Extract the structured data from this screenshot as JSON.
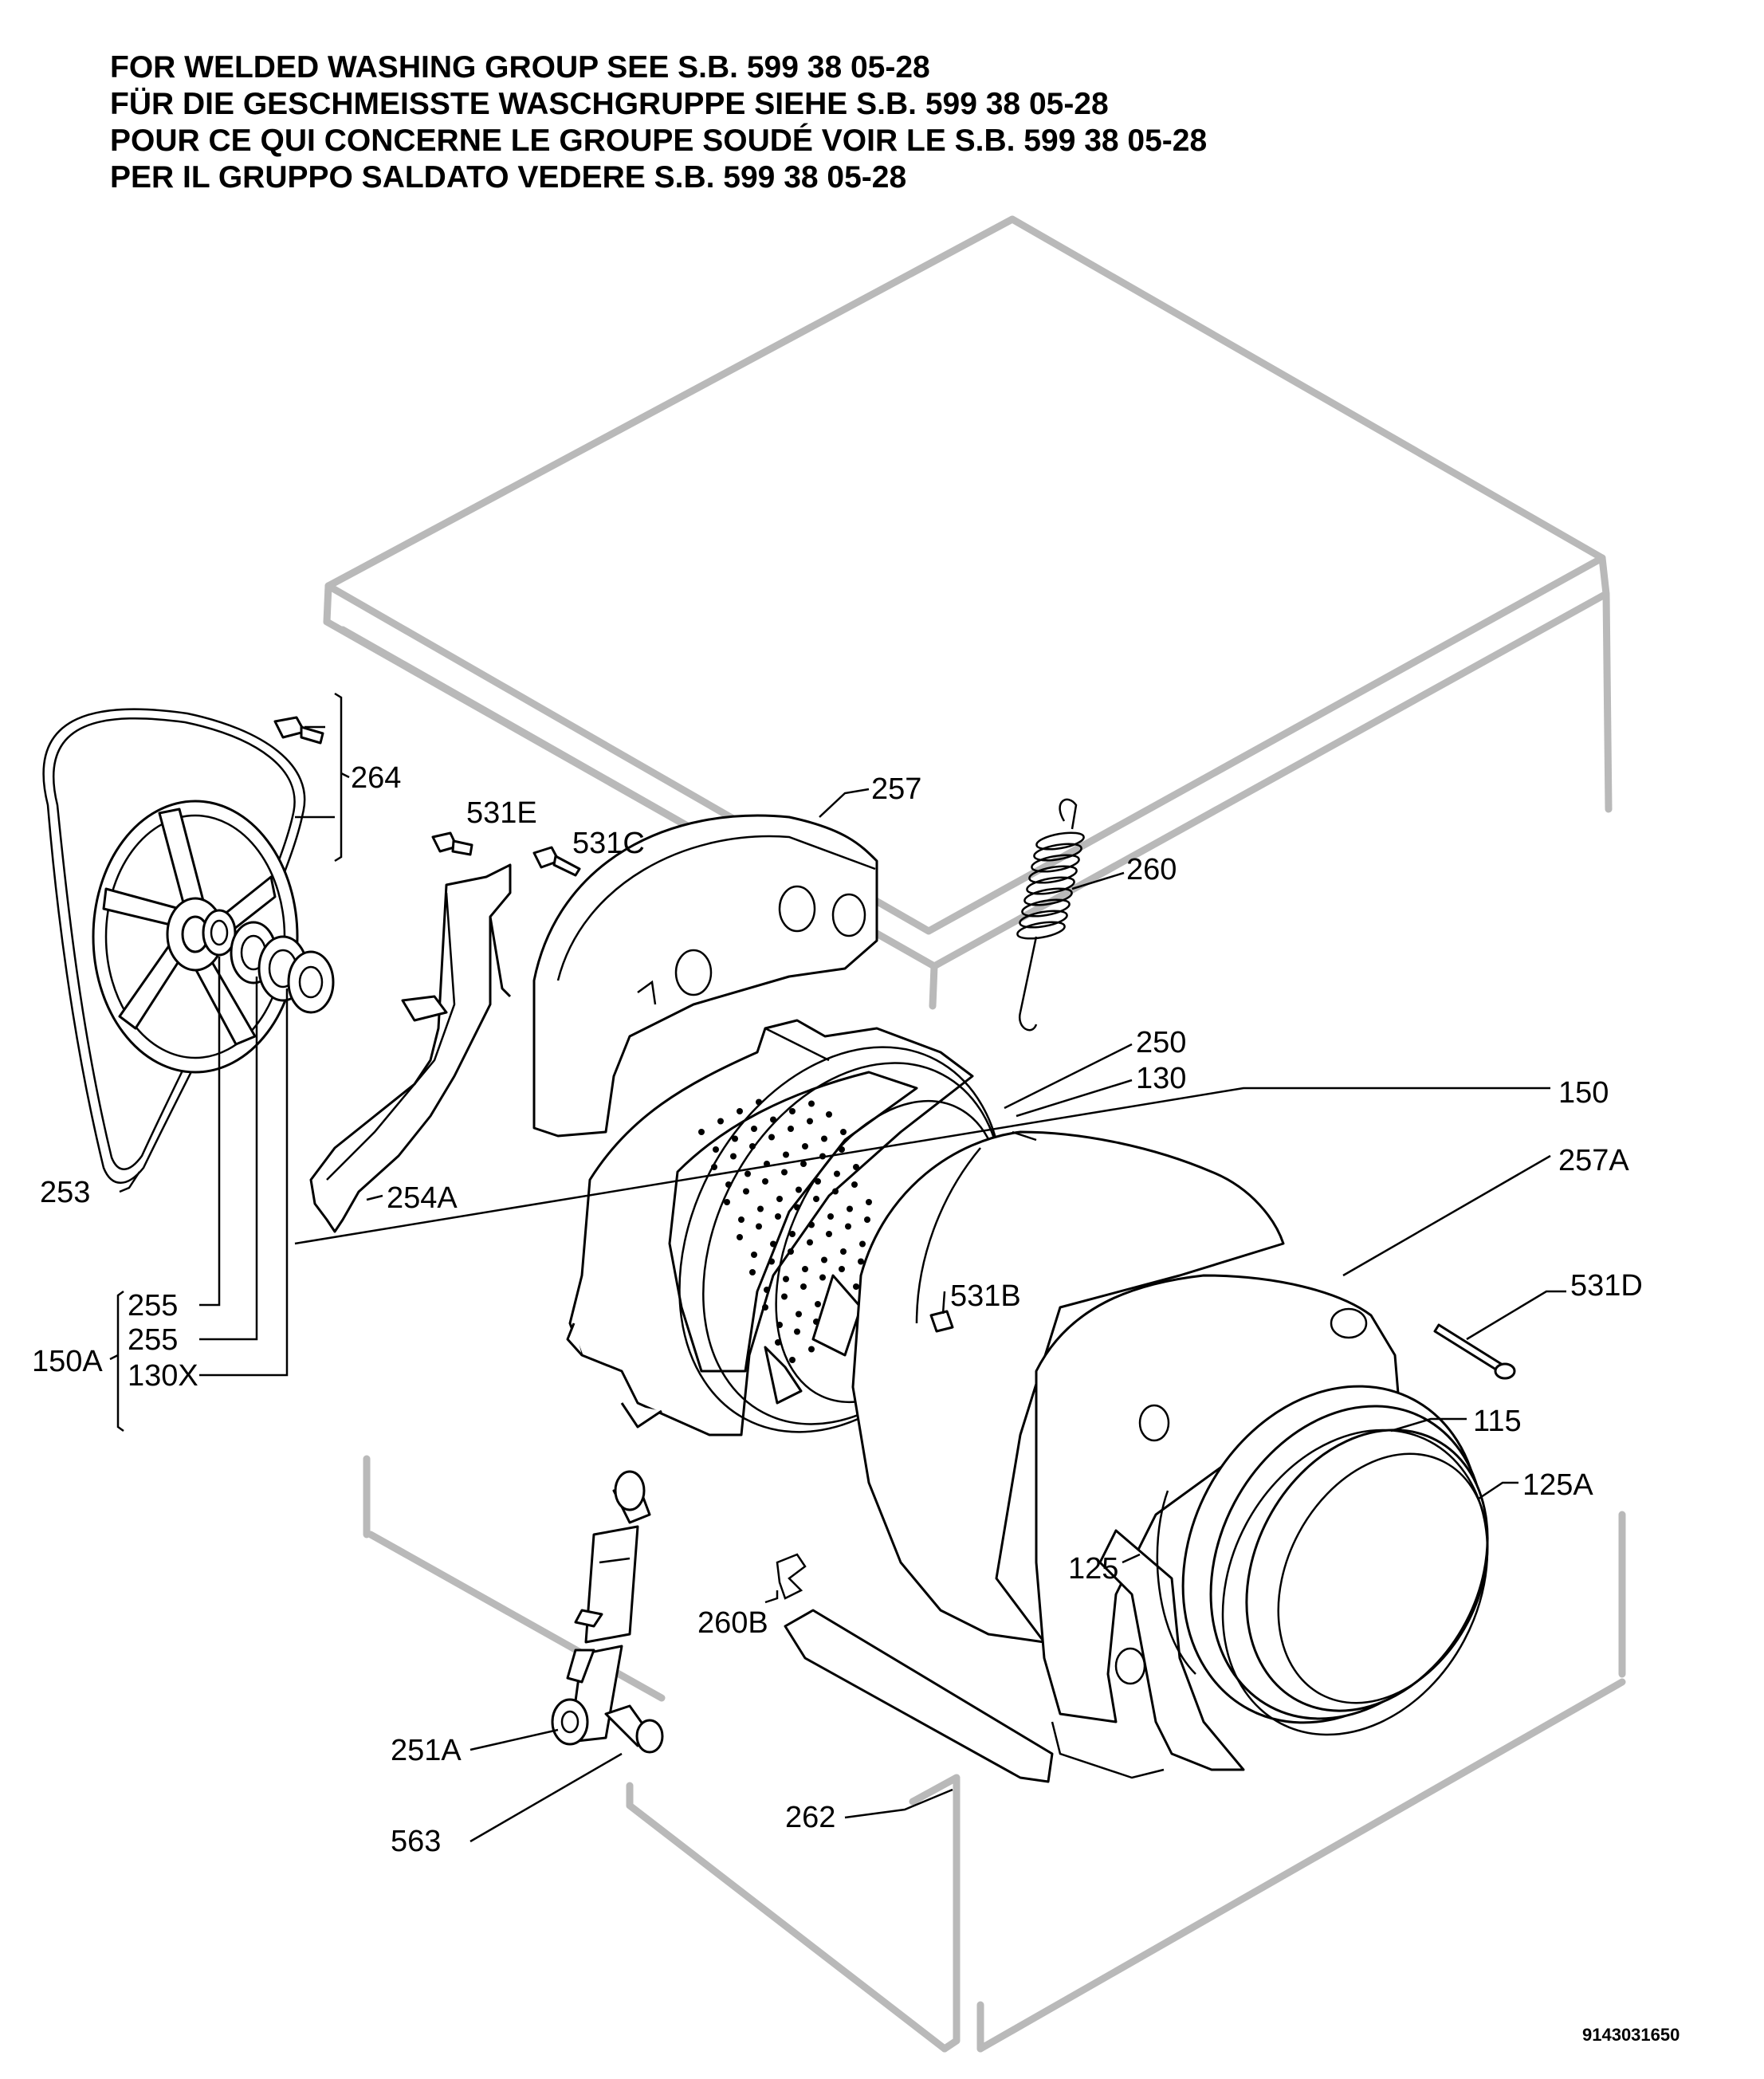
{
  "header_lines": [
    "FOR WELDED WASHING GROUP SEE S.B. 599 38 05-28",
    "FÜR DIE GESCHMEISSTE WASCHGRUPPE SIEHE S.B. 599 38 05-28",
    "POUR CE QUI CONCERNE LE GROUPE SOUDÉ VOIR LE S.B. 599 38 05-28",
    "PER IL GRUPPO SALDATO VEDERE S.B. 599 38 05-28"
  ],
  "part_labels": {
    "p264": "264",
    "p531E": "531E",
    "p531C": "531C",
    "p257": "257",
    "p260": "260",
    "p250": "250",
    "p130": "130",
    "p150": "150",
    "p257A": "257A",
    "p253": "253",
    "p254A": "254A",
    "p531B": "531B",
    "p531D": "531D",
    "p255a": "255",
    "p255b": "255",
    "p150A": "150A",
    "p130X": "130X",
    "p115": "115",
    "p125A": "125A",
    "p125": "125",
    "p260B": "260B",
    "p251A": "251A",
    "p563": "563",
    "p262": "262"
  },
  "doc_code": "9143031650"
}
